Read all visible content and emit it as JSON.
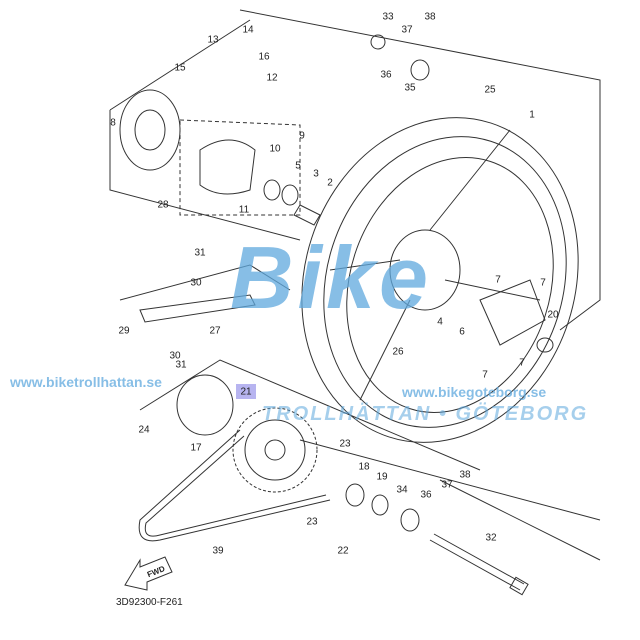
{
  "diagram": {
    "part_labels": [
      "33",
      "38",
      "37",
      "36",
      "35",
      "25",
      "1",
      "14",
      "13",
      "16",
      "15",
      "12",
      "8",
      "9",
      "10",
      "5",
      "3",
      "2",
      "11",
      "28",
      "31",
      "30",
      "29",
      "27",
      "30",
      "31",
      "7",
      "7",
      "20",
      "7",
      "7",
      "4",
      "6",
      "26",
      "21",
      "24",
      "17",
      "23",
      "18",
      "19",
      "34",
      "36",
      "37",
      "38",
      "23",
      "22",
      "39",
      "32"
    ],
    "highlighted_label": "21",
    "highlight_color": "#b7b4f0",
    "fwd_label": "FWD",
    "diagram_code": "3D92300-F261"
  },
  "watermark": {
    "logo": "Bike",
    "subtitle": "TROLLHÄTTAN • GÖTEBORG",
    "url_left": "www.biketrollhattan.se",
    "url_right": "www.bikegoteborg.se",
    "color": "#5fa9de"
  }
}
